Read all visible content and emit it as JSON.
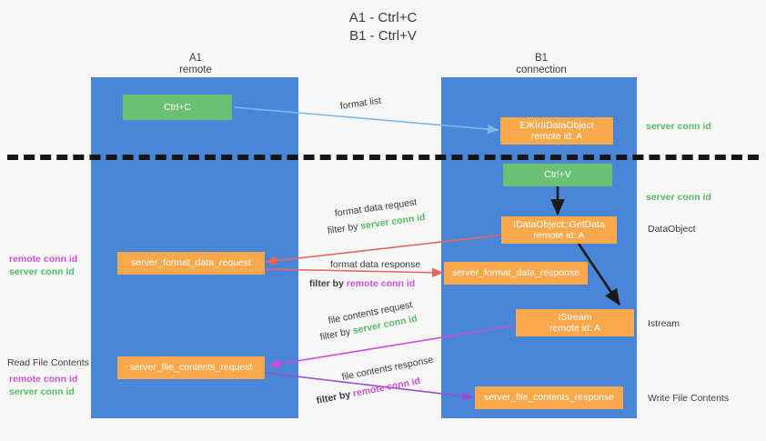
{
  "title": {
    "line1": "A1 - Ctrl+C",
    "line2": "B1 - Ctrl+V"
  },
  "lanes": [
    {
      "name": "A1",
      "sub": "remote",
      "color": "#4a86d8"
    },
    {
      "name": "B1",
      "sub": "connection",
      "color": "#4a86d8"
    }
  ],
  "colors": {
    "lane": "#4a86d8",
    "green_node": "#6cc073",
    "orange_node": "#f9a94c",
    "server_conn_text": "#57bb62",
    "remote_conn_text": "#cf4fd6",
    "arrow_blue": "#7fb8e8",
    "arrow_red": "#e8655a",
    "arrow_magenta": "#d44ad4",
    "arrow_purple": "#9a4fd0",
    "arrow_black": "#1a1a1a",
    "divider": "#151515",
    "background": "#f7f7f7"
  },
  "nodes": {
    "ctrl_c": {
      "line1": "Ctrl+C"
    },
    "ctrl_v": {
      "line1": "Ctrl+V"
    },
    "idataobject": {
      "line1": "ЕЖЇrІIDataObject",
      "line2": "remote id: A"
    },
    "getdata": {
      "line1": "IDataObject::GetData",
      "line2": "remote id: A"
    },
    "istream": {
      "line1": "IStream",
      "line2": "remote id: A"
    },
    "server_format_data_request": {
      "line1": "server_format_data_request"
    },
    "server_format_data_response": {
      "line1": "server_format_data_response"
    },
    "server_file_contents_request": {
      "line1": "server_file_contents_request"
    },
    "server_file_contents_response": {
      "line1": "server_file_contents_response"
    }
  },
  "edge_labels": {
    "format_list": "format list",
    "format_data_request": "format data request",
    "format_data_request_filter_prefix": "filter by ",
    "format_data_request_filter_value": "server conn id",
    "format_data_response": "format data response",
    "format_data_response_filter_prefix": "filter by ",
    "format_data_response_filter_value": "remote conn id",
    "file_contents_request": "file contents request",
    "file_contents_request_filter_prefix": "filter by ",
    "file_contents_request_filter_value": "server conn id",
    "file_contents_response": "file contents response",
    "file_contents_response_filter_prefix": "filter by ",
    "file_contents_response_filter_value": "remote conn id"
  },
  "right_labels": {
    "server_conn_id_top": "server conn id",
    "server_conn_id_mid": "server conn id",
    "dataobject": "DataObject",
    "istream": "Istream",
    "write_file_contents": "Write File Contents"
  },
  "left_labels": {
    "remote_conn_id_1": "remote conn id",
    "server_conn_id_1": "server conn id",
    "read_file_contents": "Read File Contents",
    "remote_conn_id_2": "remote conn id",
    "server_conn_id_2": "server conn id"
  }
}
